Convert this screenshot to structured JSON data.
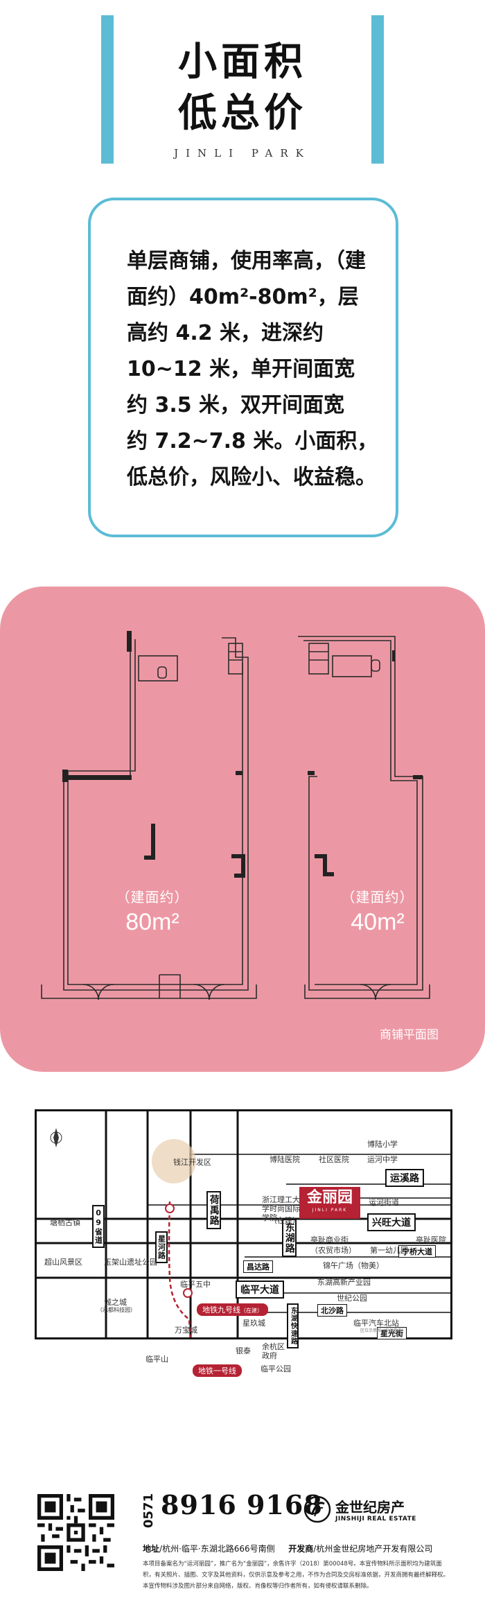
{
  "header": {
    "title_line1": "小面积",
    "title_line2": "低总价",
    "subtitle": "JINLI PARK",
    "accent_color": "#5cbcd6"
  },
  "intro": {
    "lines": [
      "单层商铺，使用率高，（建",
      "面约）40m²-80m²，层",
      "高约 4.2 米，进深约",
      "10~12 米，单开间面宽",
      "约 3.5 米，双开间面宽",
      "约 7.2~7.8 米。小面积，",
      "低总价，风险小、收益稳。"
    ]
  },
  "floor_plan": {
    "panel_color": "#ec98a4",
    "unit_large": {
      "label": "（建面约）",
      "area": "80m²"
    },
    "unit_small": {
      "label": "（建面约）",
      "area": "40m²"
    },
    "caption": "商铺平面图"
  },
  "map": {
    "roads": {
      "yunxi": "运溪路",
      "xingwang": "兴旺大道",
      "linping": "临平大道",
      "hema": "荷禹路",
      "donghu": "东湖路",
      "sheng09": "09省道",
      "xinghe": "星河路",
      "changda": "昌达路",
      "beisha": "北沙路",
      "xingguang": "星光街",
      "ningqiao": "宁桥大道",
      "donghu_express": "东湖快速路"
    },
    "pois": {
      "boai_hospital": "博陆医院",
      "shequ_hospital": "社区医院",
      "bolu_school": "博陆小学",
      "yunhe_middle": "运河中学",
      "qiantang": "钱江开发区",
      "zust": "浙江理工大学时尚国际学院",
      "zust_note": "（在建）",
      "yunhe_street": "运河街道",
      "donghua_business": "亭趾商业街",
      "donghua_market": "（农贸市场）",
      "kindergarten": "第一幼儿园",
      "tingzhi_hospital": "亭趾医院",
      "tangqi": "塘栖古镇",
      "chaoshan": "超山风景区",
      "yujiashan": "玉架山遗址公园",
      "linping5": "临平五中",
      "industrial_park": "东湖高新产业园",
      "wanda": "锦午广场（物美）",
      "chengzhi": "诚之城",
      "chengzhi_note": "（承都科技园）",
      "wanfang": "万宝城",
      "xingyao": "星玖城",
      "shiji": "世纪公园",
      "linping_auto": "临平汽车北站",
      "yinhe": "银泰",
      "yuhang_gov": "余杭区政府",
      "linping_park": "临平公园",
      "linpingshan": "临平山"
    },
    "metro_9": "地铁九号线",
    "metro_9_note": "（在建）",
    "metro_1": "地铁一号线",
    "project_logo": "金丽园",
    "project_logo_sub": "JINLI PARK",
    "credit": "区位示意图（仅供参考）",
    "brand_red": "#b52233"
  },
  "footer": {
    "area_code": "0571",
    "phone": "8916 9168",
    "brand_cn": "金世纪房产",
    "brand_en": "JINSHIJI REAL ESTATE",
    "address_label": "地址",
    "address": "杭州·临平·东湖北路666号南侧",
    "developer_label": "开发商",
    "developer": "杭州金世纪房地产开发有限公司",
    "disclaimer": "本项目备案名为“运河丽园”，推广名为“金丽园”，余售许字（2018）第00048号。本宣传物料所示面积均为建筑面积，有关照片、插图、文字及其他资料，仅供示意及参考之用，不作为合同及交房标准依据，开发商拥有最终解释权。本宣传物料涉及图片部分来自网络，版权、肖像权等归作者所有，如有侵权请联系删除。"
  }
}
